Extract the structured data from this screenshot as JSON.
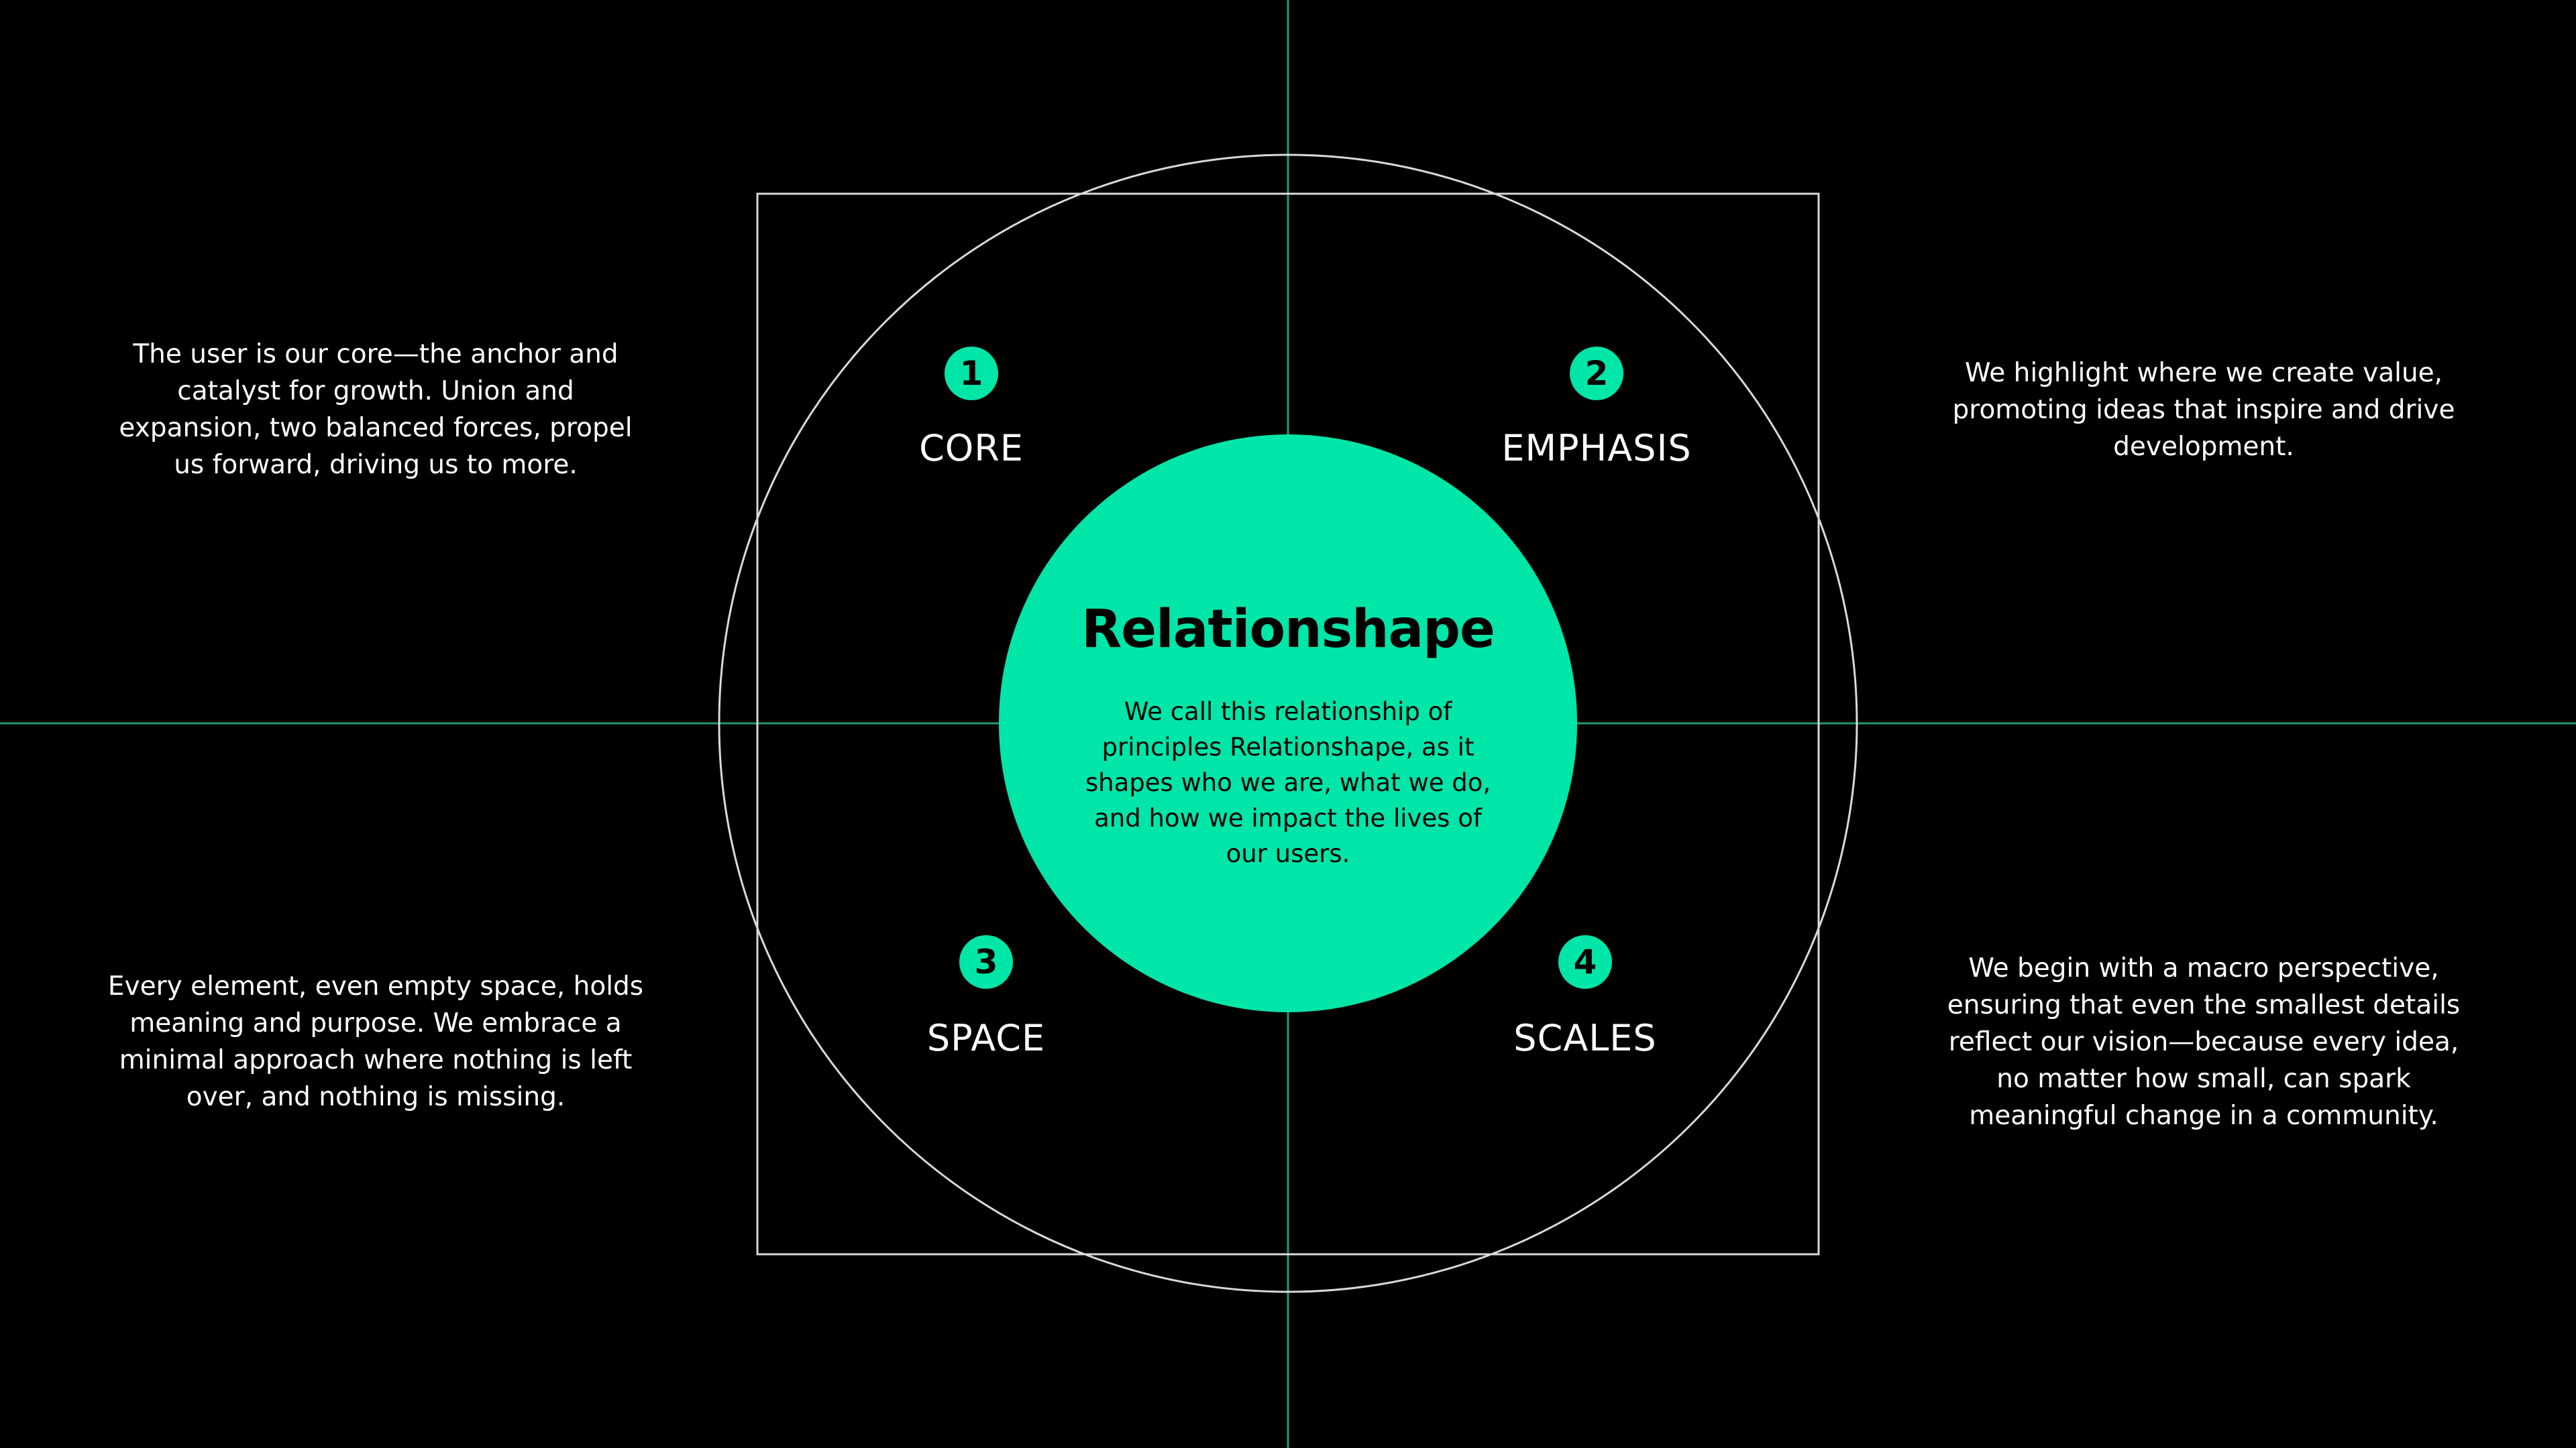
{
  "colors": {
    "background": "#000000",
    "accent": "#00e5a8",
    "outline": "#d9d9d9",
    "axis": "#1f9a72"
  },
  "center": {
    "title": "Relationshape",
    "description": "We call this relationship of principles Relationshape, as it shapes who we are, what we do, and how we impact the lives of our users."
  },
  "quadrants": [
    {
      "number": "1",
      "label": "CORE",
      "description": "The user is our core—the anchor and catalyst for growth. Union and expansion, two balanced forces, propel us forward, driving us to more."
    },
    {
      "number": "2",
      "label": "EMPHASIS",
      "description": "We highlight where we create value, promoting ideas that inspire and drive development."
    },
    {
      "number": "3",
      "label": "SPACE",
      "description": "Every element, even empty space, holds meaning and purpose. We embrace a minimal approach where nothing is left over, and nothing is missing."
    },
    {
      "number": "4",
      "label": "SCALES",
      "description": "We begin with a macro perspective, ensuring that even the smallest details reflect our vision—because every idea, no matter how small, can spark meaningful change in a community."
    }
  ]
}
